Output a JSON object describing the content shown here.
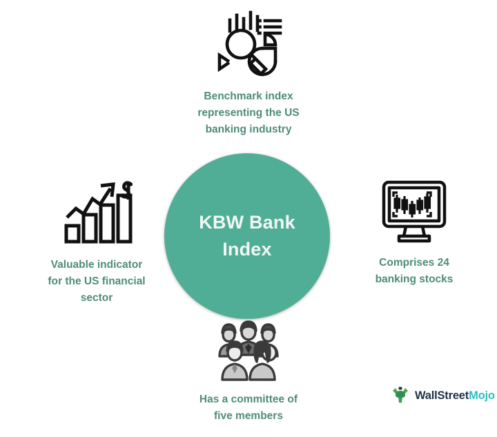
{
  "center": {
    "title": "KBW Bank\nIndex",
    "fill_color": "#51ae96",
    "text_color": "#f2f7f5"
  },
  "label_color": "#4e8c7a",
  "background_color": "#ffffff",
  "nodes": {
    "top": {
      "label": "Benchmark index\nrepresenting the US\nbanking industry",
      "icon": "market-analysis-icon"
    },
    "left": {
      "label": "Valuable indicator\nfor the US financial\nsector",
      "icon": "growth-chart-dollar-icon"
    },
    "right": {
      "label": "Comprises 24\nbanking stocks",
      "icon": "monitor-candlestick-icon"
    },
    "bottom": {
      "label": "Has a committee of\nfive members",
      "icon": "group-of-people-icon"
    }
  },
  "logo": {
    "word_primary": "WallStreet",
    "word_accent": "Mojo",
    "primary_color": "#1f3246",
    "accent_color": "#2bbfc4",
    "mark": "bull-icon"
  }
}
